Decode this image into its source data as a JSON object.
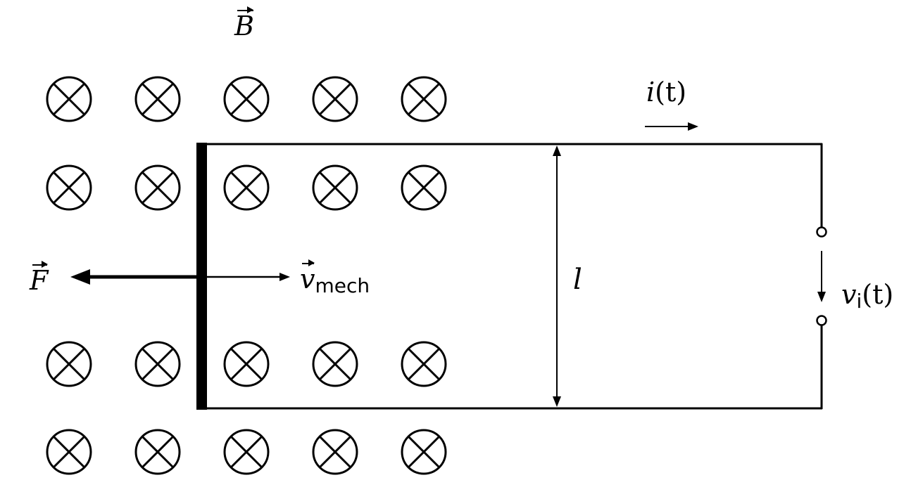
{
  "labels": {
    "field": {
      "symbol": "B",
      "vector": true
    },
    "force": {
      "symbol": "F",
      "vector": true
    },
    "velocity": {
      "symbol": "v",
      "subscript": "mech",
      "vector": true
    },
    "length": {
      "symbol": "l"
    },
    "current": {
      "symbol": "i",
      "arg": "(t)"
    },
    "voltage": {
      "symbol": "v",
      "subscript": "i",
      "arg": "(t)"
    }
  },
  "field_marker": {
    "symbol": "into-page-cross-circle-icon",
    "rows": 4,
    "cols": 5
  },
  "colors": {
    "line": "#000000",
    "background": "#ffffff"
  }
}
